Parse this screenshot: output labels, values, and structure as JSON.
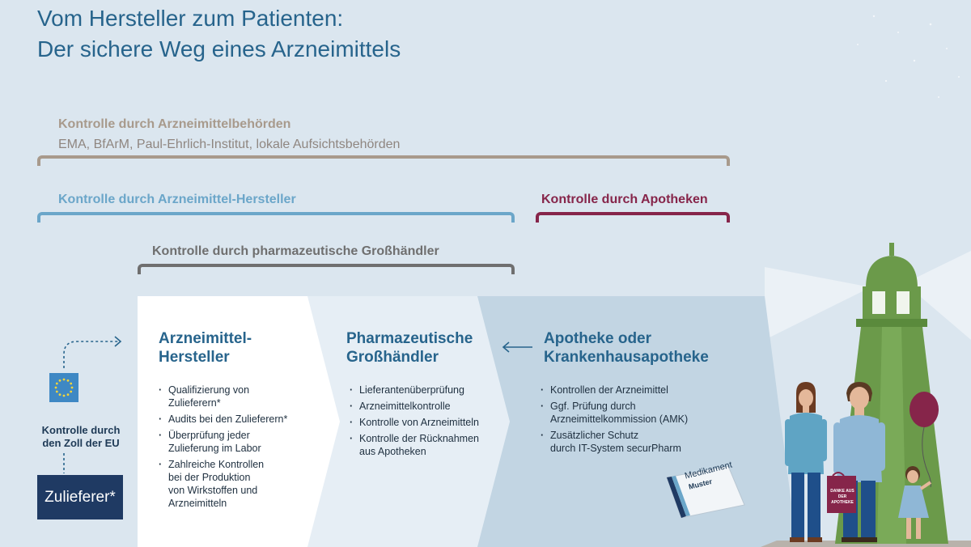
{
  "title": {
    "line1": "Vom Hersteller zum Patienten:",
    "line2": "Der sichere Weg eines Arzneimittels"
  },
  "controls": {
    "authorities": {
      "label": "Kontrolle durch Arzneimittelbehörden",
      "sub": "EMA, BfArM, Paul-Ehrlich-Institut, lokale Aufsichtsbehörden"
    },
    "manufacturer": {
      "label": "Kontrolle durch Arzneimittel-Hersteller"
    },
    "pharmacies": {
      "label": "Kontrolle durch Apotheken"
    },
    "wholesalers": {
      "label": "Kontrolle durch pharmazeutische Großhändler"
    }
  },
  "stages": {
    "manufacturer": {
      "title1": "Arzneimittel-",
      "title2": "Hersteller",
      "items": [
        "Qualifizierung von\nZulieferern*",
        "Audits bei den Zulieferern*",
        "Überprüfung jeder\nZulieferung im Labor",
        "Zahlreiche Kontrollen\nbei der Produktion\nvon Wirkstoffen und\nArzneimitteln"
      ]
    },
    "wholesaler": {
      "title1": "Pharmazeutische",
      "title2": "Großhändler",
      "items": [
        "Lieferantenüberprüfung",
        "Arzneimittelkontrolle",
        "Kontrolle von Arzneimitteln",
        "Kontrolle der Rücknahmen\naus Apotheken"
      ]
    },
    "pharmacy": {
      "title1": "Apotheke oder",
      "title2": "Krankenhausapotheke",
      "items": [
        "Kontrollen der Arzneimittel",
        "Ggf. Prüfung durch\nArzneimittelkommission (AMK)",
        "Zusätzlicher Schutz\ndurch IT-System securPharm"
      ]
    }
  },
  "customs": {
    "label": "Kontrolle durch\nden Zoll der EU"
  },
  "supplier": {
    "label": "Zulieferer*"
  },
  "package": {
    "brand": "Medikament",
    "sample": "Muster"
  },
  "bag": {
    "text": "DANKE AUS DER APOTHEKE"
  },
  "colors": {
    "background": "#dbe6ef",
    "title": "#27648c",
    "authorities": "#a89a8c",
    "manufacturer": "#6ba6c9",
    "pharmacies": "#86254a",
    "wholesalers": "#6f6f6f",
    "supplier_box": "#1f3a63",
    "lighthouse": "#6b9a4a"
  }
}
